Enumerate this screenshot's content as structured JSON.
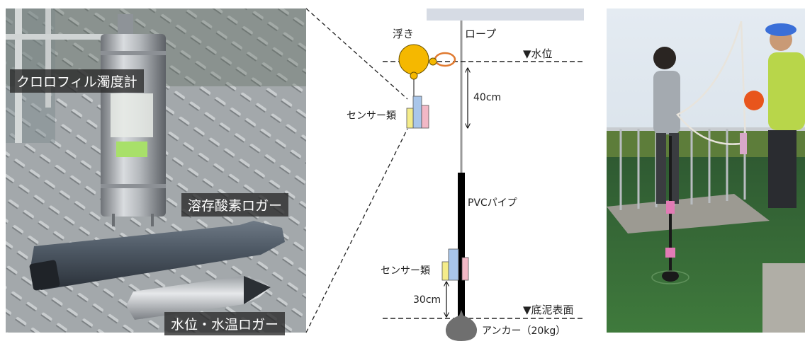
{
  "left_photo": {
    "labels": {
      "chlorophyll": "クロロフィル濁度計",
      "oxygen": "溶存酸素ロガー",
      "water_level": "水位・水温ロガー"
    }
  },
  "diagram": {
    "labels": {
      "float": "浮き",
      "rope": "ロープ",
      "water_level": "▼水位",
      "distance_top": "40cm",
      "sensors_top": "センサー類",
      "pvc": "PVCパイプ",
      "sensors_bottom": "センサー類",
      "distance_bottom": "30cm",
      "bottom_surface": "▼底泥表面",
      "anchor": "アンカー（20kg）"
    },
    "colors": {
      "float": "#f5b800",
      "loop": "#e07a30",
      "sensor_blue": "#a9c6ea",
      "sensor_yellow": "#f4ec8a",
      "sensor_pink": "#f2b8c6",
      "anchor": "#6f6f6f",
      "top_bar": "#d6dbe4"
    }
  }
}
